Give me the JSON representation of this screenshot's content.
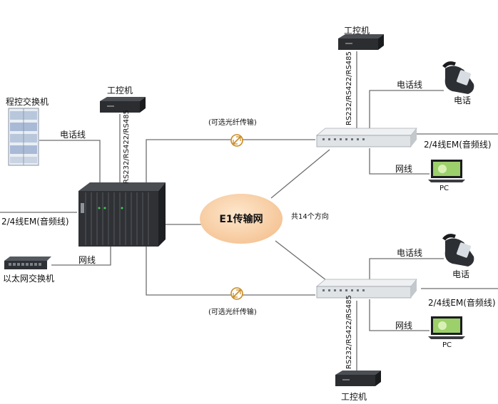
{
  "colors": {
    "line": "#6e6e6e",
    "cloud": "#f6c79a",
    "device_dark": "#2a2a2a",
    "device_light": "#dfe3e6"
  },
  "icons": {
    "chassis": "e1-multiplexer-chassis-icon",
    "industrial_pc": "industrial-pc-icon",
    "pbx": "pbx-cabinet-icon",
    "switch": "ethernet-switch-icon",
    "terminal": "e1-terminal-rack-icon",
    "phone": "telephone-icon",
    "pc": "laptop-pc-icon",
    "fiber": "optical-fiber-symbol-icon"
  },
  "labels": {
    "pbx": "程控交换机",
    "ipc_center": "工控机",
    "ipc_top": "工控机",
    "ipc_bottom": "工控机",
    "phone_line_center": "电话线",
    "phone_line_top": "电话线",
    "phone_line_bottom": "电话线",
    "serial_center": "RS232/RS422/RS485",
    "serial_top": "RS232/RS422/RS485",
    "serial_bottom": "RS232/RS422/RS485",
    "em_center": "2/4线EM(音频线)",
    "em_top": "2/4线EM(音频线)",
    "em_bottom": "2/4线EM(音频线)",
    "lan_center": "网线",
    "lan_top": "网线",
    "lan_bottom": "网线",
    "switch": "以太网交换机",
    "fiber_top": "(可选光纤传输)",
    "fiber_bottom": "(可选光纤传输)",
    "cloud": "E1传输网",
    "directions": "共14个方向",
    "phone_top": "电话",
    "phone_bottom": "电话",
    "pc_top": "PC",
    "pc_bottom": "PC"
  }
}
